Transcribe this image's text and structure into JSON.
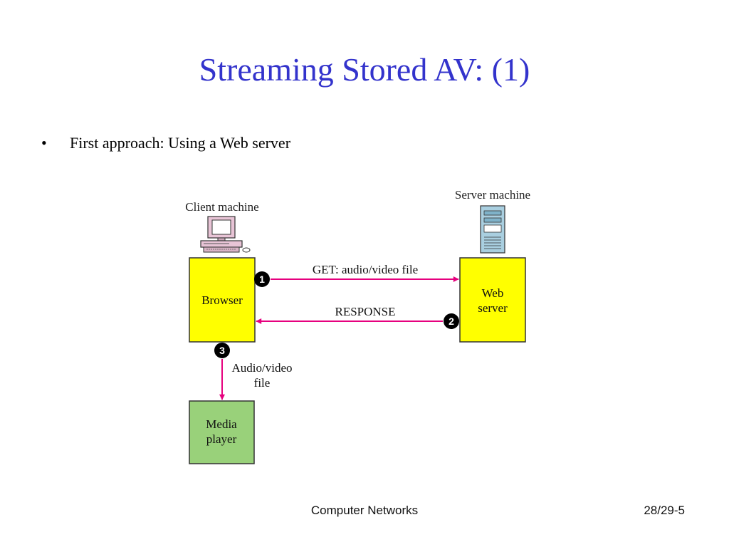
{
  "slide": {
    "title": "Streaming Stored AV: (1)",
    "bullet": "First approach: Using a Web server"
  },
  "diagram": {
    "client_label": "Client machine",
    "server_label": "Server machine",
    "browser": "Browser",
    "web_server": [
      "Web",
      "server"
    ],
    "media_player": [
      "Media",
      "player"
    ],
    "request_label": "GET: audio/video file",
    "response_label": "RESPONSE",
    "transfer_label": [
      "Audio/video",
      "file"
    ],
    "steps": [
      "1",
      "2",
      "3"
    ]
  },
  "footer": {
    "course": "Computer Networks",
    "page": "28/29-5"
  },
  "colors": {
    "title": "#3333cc",
    "arrow": "#e6007e",
    "yellow_box": "#ffff00",
    "green_box": "#99d17a",
    "step_badge": "#000000",
    "server_tower": "#a9cfe0"
  }
}
